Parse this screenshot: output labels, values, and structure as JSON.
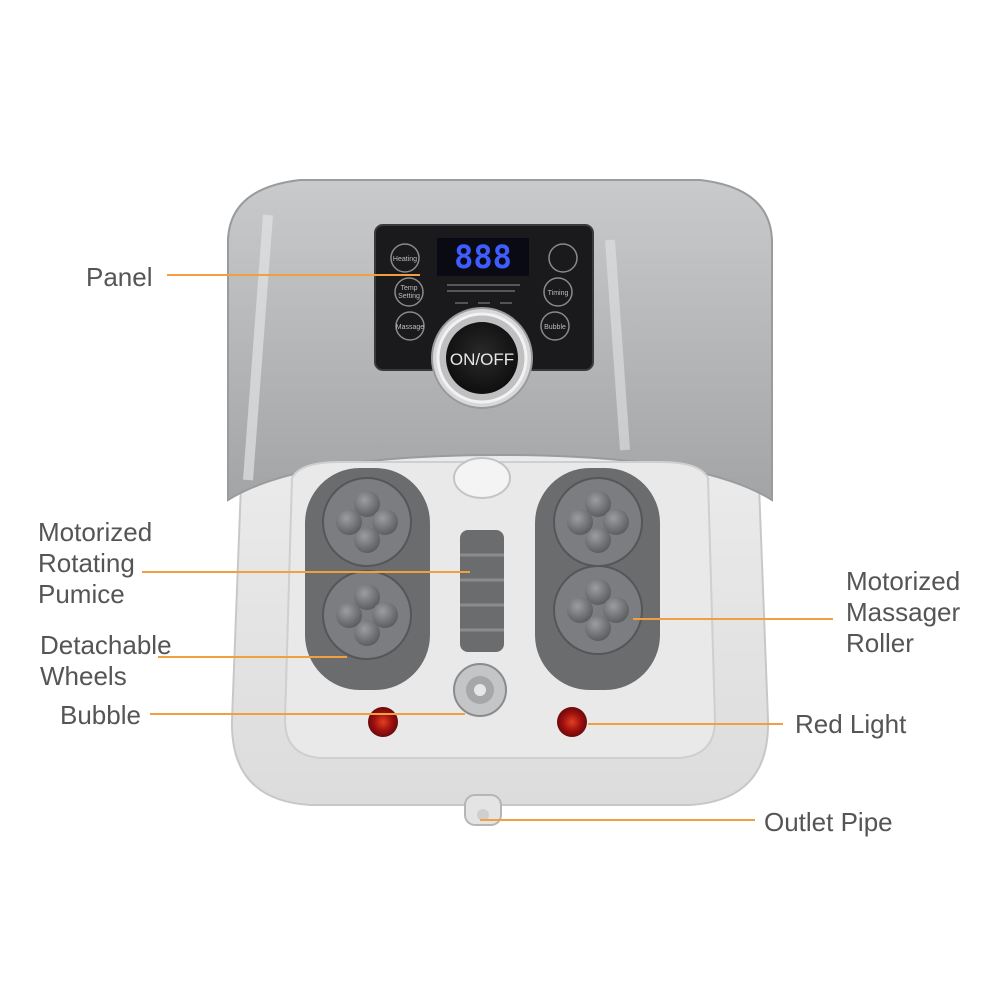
{
  "colors": {
    "leader_line": "#f0a040",
    "label_text": "#555555",
    "shell_gray": "#a7a9ab",
    "basin_white": "#ededee",
    "roller_gray": "#6b6c6e",
    "display_blue": "#3f5cff",
    "red_light": "#b01818"
  },
  "device": {
    "display_digits": "888",
    "power_button": "ON/OFF",
    "buttons_left": [
      "Heating",
      "Temp\nSetting",
      "Massage"
    ],
    "buttons_right": [
      "",
      "Timing",
      "Bubble"
    ]
  },
  "callouts": {
    "panel": [
      "Panel"
    ],
    "pumice": [
      "Motorized",
      "Rotating",
      "Pumice"
    ],
    "wheels": [
      "Detachable",
      "Wheels"
    ],
    "bubble": [
      "Bubble"
    ],
    "roller": [
      "Motorized",
      "Massager",
      "Roller"
    ],
    "red_light": [
      "Red Light"
    ],
    "outlet": [
      "Outlet Pipe"
    ]
  }
}
